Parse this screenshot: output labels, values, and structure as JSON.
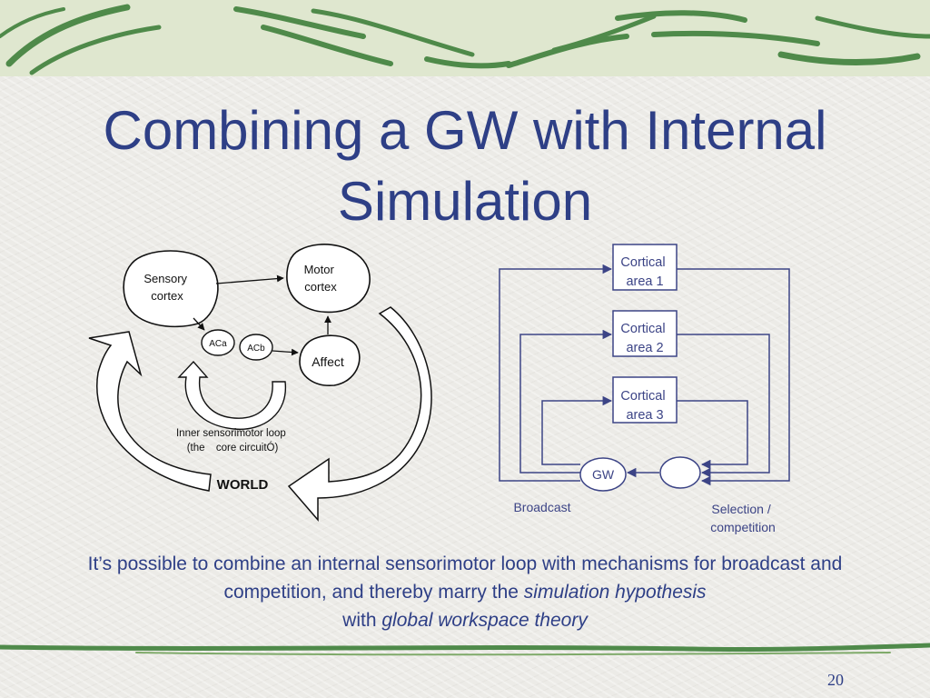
{
  "slide": {
    "title_line1": "Combining a GW with Internal",
    "title_line2": "Simulation",
    "page_number": "20"
  },
  "left_diagram": {
    "sensory_cortex": [
      "Sensory",
      "cortex"
    ],
    "motor_cortex": [
      "Motor",
      "cortex"
    ],
    "aca": "ACa",
    "acb": "ACb",
    "affect": "Affect",
    "inner_loop": [
      "Inner sensorimotor loop",
      "(the core circuitÓ)"
    ],
    "world": "WORLD"
  },
  "right_diagram": {
    "cortical_area_1": [
      "Cortical",
      "area 1"
    ],
    "cortical_area_2": [
      "Cortical",
      "area 2"
    ],
    "cortical_area_3": [
      "Cortical",
      "area 3"
    ],
    "gw": "GW",
    "broadcast": "Broadcast",
    "selection": [
      "Selection /",
      "competition"
    ]
  },
  "body": {
    "part1": "It’s possible to combine an internal sensorimotor loop with mechanisms for broadcast and competition, and thereby marry the ",
    "em1": "simulation hypothesis",
    "part2": " with ",
    "em2": "global workspace theory"
  },
  "colors": {
    "title": "#2e3f86",
    "decor_green": "#4f8a4a",
    "diagram_line": "#111111",
    "right_diagram_line": "#3c4486"
  }
}
